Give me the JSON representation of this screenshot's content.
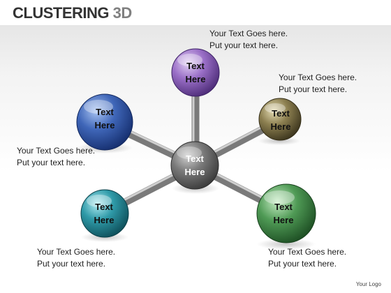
{
  "title": {
    "main": "CLUSTERING",
    "suffix": "3D"
  },
  "center_node": {
    "line1": "Text",
    "line2": "Here"
  },
  "nodes": [
    {
      "id": "top",
      "line1": "Text",
      "line2": "Here",
      "color": "#9a6fc7"
    },
    {
      "id": "upper-left",
      "line1": "Text",
      "line2": "Here",
      "color": "#3f66b8"
    },
    {
      "id": "upper-right",
      "line1": "Text",
      "line2": "Here",
      "color": "#8c7f50"
    },
    {
      "id": "lower-left",
      "line1": "Text",
      "line2": "Here",
      "color": "#2f9aa8"
    },
    {
      "id": "lower-right",
      "line1": "Text",
      "line2": "Here",
      "color": "#4f9a55"
    }
  ],
  "callouts": [
    {
      "id": "top",
      "line1": "Your Text Goes here.",
      "line2": "Put your text here."
    },
    {
      "id": "upper-right",
      "line1": "Your Text Goes here.",
      "line2": "Put your text here."
    },
    {
      "id": "left",
      "line1": "Your Text Goes here.",
      "line2": "Put your text here."
    },
    {
      "id": "bottom-left",
      "line1": "Your Text Goes here.",
      "line2": "Put your text here."
    },
    {
      "id": "bottom-right",
      "line1": "Your Text Goes here.",
      "line2": "Put your text here."
    }
  ],
  "logo": "Your Logo",
  "colors": {
    "center": "#6b6b6b",
    "connector": "#8a8a8a"
  }
}
